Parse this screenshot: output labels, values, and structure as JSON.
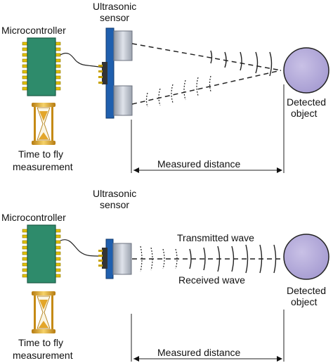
{
  "top": {
    "microcontroller_label": "Microcontroller",
    "sensor_label_line1": "Ultrasonic",
    "sensor_label_line2": "sensor",
    "timer_label_line1": "Time to fly",
    "timer_label_line2": "measurement",
    "object_label_line1": "Detected",
    "object_label_line2": "object",
    "distance_label": "Measured distance"
  },
  "bottom": {
    "microcontroller_label": "Microcontroller",
    "sensor_label_line1": "Ultrasonic",
    "sensor_label_line2": "sensor",
    "timer_label_line1": "Time to fly",
    "timer_label_line2": "measurement",
    "object_label_line1": "Detected",
    "object_label_line2": "object",
    "distance_label": "Measured distance",
    "transmitted_label": "Transmitted wave",
    "received_label": "Received wave"
  },
  "colors": {
    "chip_body": "#2e8b6b",
    "chip_pins": "#e0c000",
    "sensor_board": "#1f5fae",
    "transducer": "#b9c0cc",
    "object_fill": "#b3a9d8",
    "hourglass_gold": "#d9a21b"
  }
}
